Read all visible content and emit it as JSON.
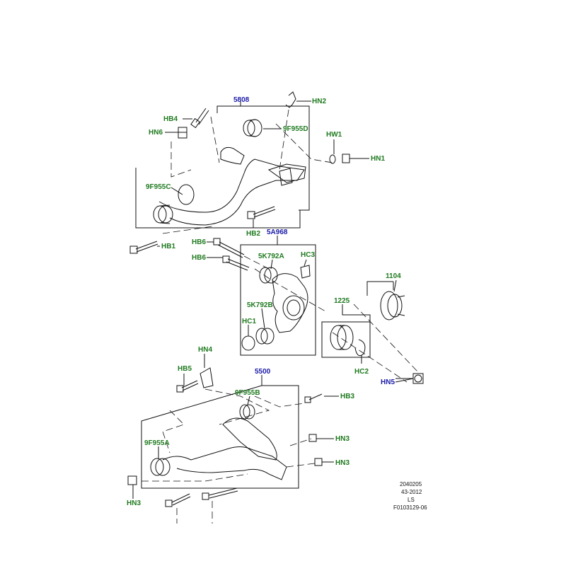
{
  "colors": {
    "callout": "#1f7a1f",
    "assembly": "#1a1aa8",
    "line": "#111111"
  },
  "labels": {
    "5808": "5808",
    "HN2": "HN2",
    "HB4": "HB4",
    "HN6": "HN6",
    "9F955D": "9F955D",
    "HW1": "HW1",
    "HN1": "HN1",
    "9F955C": "9F955C",
    "HB2": "HB2",
    "HB1": "HB1",
    "5A968": "5A968",
    "HB6a": "HB6",
    "HB6b": "HB6",
    "5K792A": "5K792A",
    "HC3": "HC3",
    "1104": "1104",
    "5K792B": "5K792B",
    "1225": "1225",
    "HC1": "HC1",
    "HC2": "HC2",
    "HN4": "HN4",
    "HB5": "HB5",
    "5500": "5500",
    "HN5": "HN5",
    "9F955B": "9F955B",
    "HB3": "HB3",
    "9F955A": "9F955A",
    "HN3a": "HN3",
    "HN3b": "HN3",
    "HN3c": "HN3"
  },
  "footer": {
    "line1": "2040205",
    "line2": "43-2012",
    "line3": "LS",
    "line4": "F0103129-06"
  }
}
